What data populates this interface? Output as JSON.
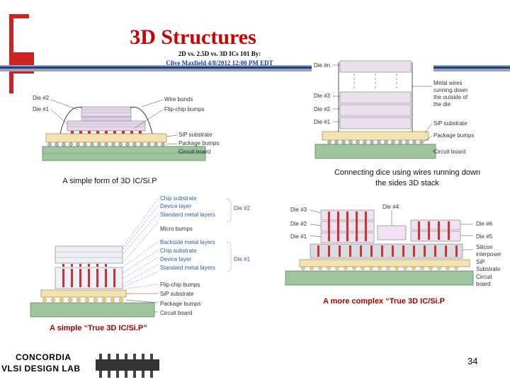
{
  "slide": {
    "title": "3D Structures",
    "subtitle_line1": "2D vs. 2.5D vs. 3D ICs 101 By:",
    "subtitle_line2": "Clive Maxfield  4/8/2012 12:00 PM EDT",
    "page_number": "34",
    "logo_line1": "CONCORDIA",
    "logo_line2": "VLSI DESIGN LAB"
  },
  "fig1": {
    "caption": "A simple form of 3D IC/Si.P",
    "labels": {
      "die2": "Die #2",
      "die1": "Die #1",
      "wire_bonds": "Wire bonds",
      "flip_chip_bumps": "Flip-chip bumps",
      "sip_substrate": "SiP substrate",
      "package_bumps": "Package bumps",
      "circuit_board": "Circuit board"
    }
  },
  "fig2": {
    "caption_line1": "Connecting dice using wires running down",
    "caption_line2": "the sides 3D stack",
    "labels": {
      "die_n": "Die #n",
      "die3": "Die #3",
      "die2": "Die #2",
      "die1": "Die #1",
      "metal_wires_1": "Metal wires",
      "metal_wires_2": "running down",
      "metal_wires_3": "the outside of",
      "metal_wires_4": "the die",
      "sip_substrate": "SiP substrate",
      "package_bumps": "Package bumps",
      "circuit_board": "Circuit board"
    }
  },
  "fig3": {
    "caption": "A simple “True 3D IC/Si.P”",
    "labels": {
      "chip_substrate_top": "Chip substrate",
      "device_layer_top": "Device layer",
      "metal_layers_top": "Standard metal layers",
      "micro_bumps": "Micro bumps",
      "backside_metal": "Backside metal layers",
      "chip_substrate": "Chip substrate",
      "device_layer": "Device layer",
      "metal_layers": "Standard metal layers",
      "flip_chip_bumps": "Flip-chip bumps",
      "sip_substrate": "SiP substrate",
      "package_bumps": "Package bumps",
      "circuit_board": "Circuit board",
      "die2": "Die #2",
      "die1": "Die #1"
    }
  },
  "fig4": {
    "caption": "A more complex “True 3D IC/Si.P",
    "labels": {
      "die3": "Die #3",
      "die4": "Die #4",
      "die2": "Die #2",
      "die1": "Die #1",
      "die6": "Die #6",
      "die5": "Die #5",
      "silicon_interposer_1": "Silicon",
      "silicon_interposer_2": "interposer",
      "sip": "SiP",
      "substrate": "Substrate",
      "circuit": "Circuit",
      "board": "board"
    }
  }
}
